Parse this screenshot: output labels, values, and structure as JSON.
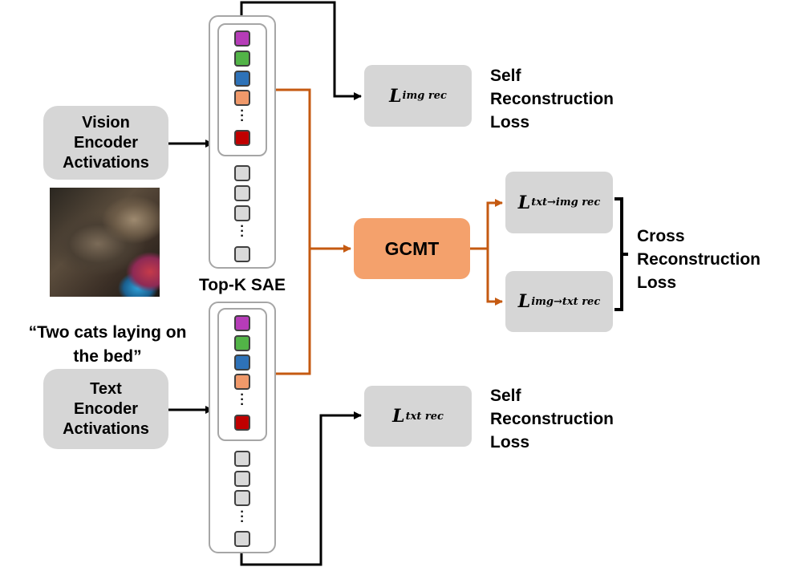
{
  "encoders": {
    "vision": [
      "Vision",
      "Encoder",
      "Activations"
    ],
    "text": [
      "Text",
      "Encoder",
      "Activations"
    ]
  },
  "quote": [
    "“Two cats laying on",
    "the bed”"
  ],
  "sae_label": "Top-K SAE",
  "gcmt_label": "GCMT",
  "losses": {
    "img_rec": {
      "symbol": "L",
      "subscript": "img rec"
    },
    "txt_rec": {
      "symbol": "L",
      "subscript": "txt rec"
    },
    "txt_to_img_rec": {
      "symbol": "L",
      "subscript": "txt→img rec"
    },
    "img_to_txt_rec": {
      "symbol": "L",
      "subscript": "img→txt rec"
    }
  },
  "labels": {
    "self_top": [
      "Self",
      "Reconstruction",
      "Loss"
    ],
    "self_bottom": [
      "Self",
      "Reconstruction",
      "Loss"
    ],
    "cross": [
      "Cross",
      "Reconstruction",
      "Loss"
    ]
  },
  "colors": {
    "unit_purple": "#b63cb8",
    "unit_green": "#52b447",
    "unit_blue": "#2e72b8",
    "unit_orange": "#f0996a",
    "unit_red": "#c00000",
    "unit_gray": "#d9d9d9",
    "orange_arrow": "#c55a11",
    "black_arrow": "#000000"
  },
  "icons": {
    "photo": "cat-photo"
  }
}
